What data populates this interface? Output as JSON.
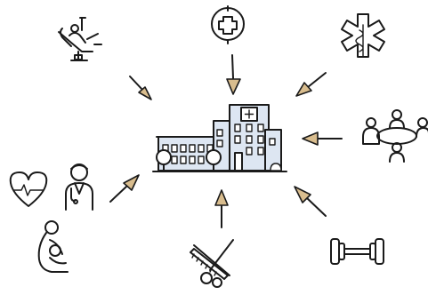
{
  "accent_colors": {
    "arrowhead": "#d9bd8e",
    "building_fill": "#dde6f2",
    "ink": "#1a1a1a"
  },
  "center": {
    "icon": "hospital-building-icon"
  },
  "surrounding_icons": [
    "dental-chair-icon",
    "medical-cross-badge-icon",
    "star-of-life-icon",
    "meeting-table-icon",
    "dumbbell-icon",
    "scissors-comb-icon",
    "mother-breastfeeding-icon",
    "heart-rate-icon",
    "doctor-icon"
  ],
  "arrows": [
    "arrow-from-dental",
    "arrow-from-cross-badge",
    "arrow-from-star-of-life",
    "arrow-from-meeting",
    "arrow-from-dumbbell",
    "arrow-from-scissors",
    "arrow-from-doctor"
  ]
}
